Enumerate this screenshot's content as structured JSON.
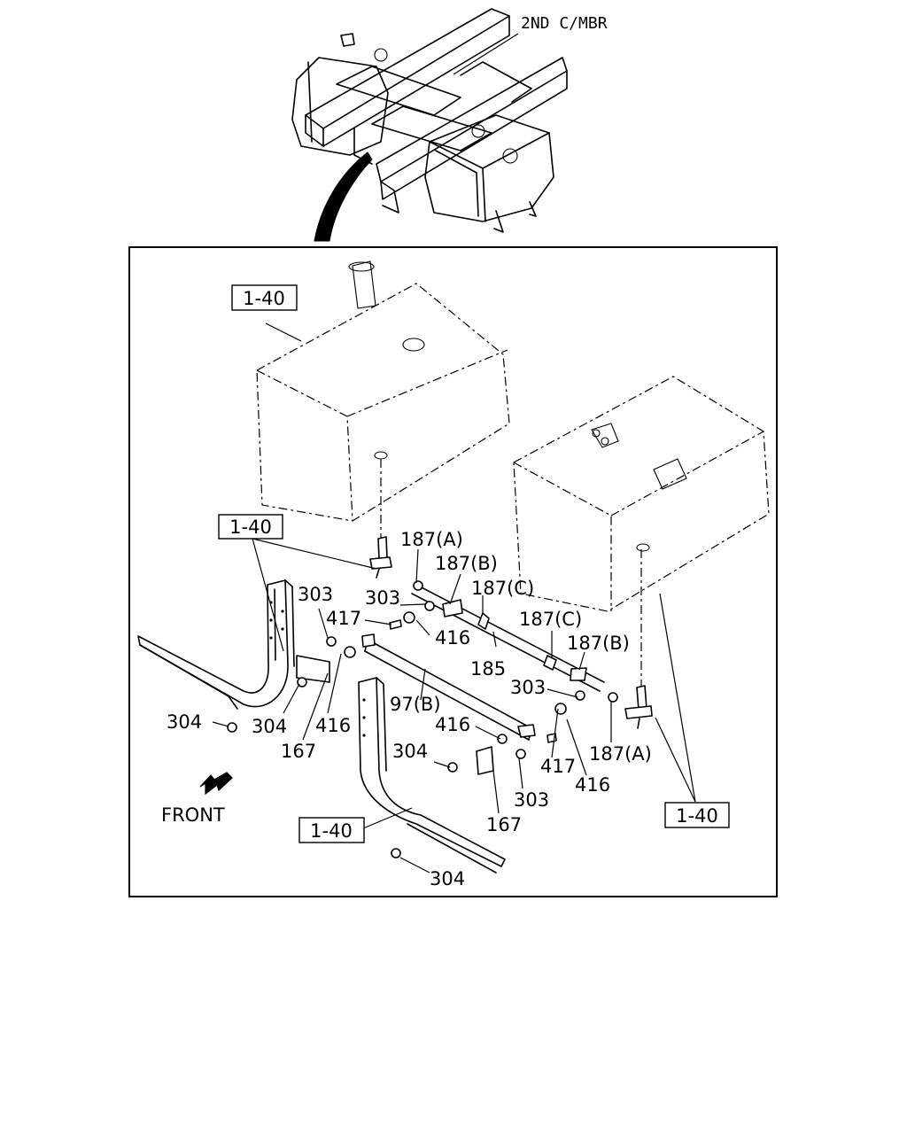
{
  "inset_caption": "2ND C/MBR",
  "front_label": "FRONT",
  "refs": {
    "tank_left": "1-40",
    "bracket_left": "1-40",
    "bracket_bottom": "1-40",
    "tank_right": "1-40"
  },
  "parts": {
    "p187a_top": "187(A)",
    "p187b_top": "187(B)",
    "p187c_top": "187(C)",
    "p187c_mid": "187(C)",
    "p187b_mid": "187(B)",
    "p187a_bottom": "187(A)",
    "p185": "185",
    "p97b": "97(B)",
    "p303_left": "303",
    "p303_top": "303",
    "p303_mid": "303",
    "p303_bottom": "303",
    "p417_left": "417",
    "p417_right": "417",
    "p416_top": "416",
    "p416_left": "416",
    "p416_center": "416",
    "p416_right": "416",
    "p304_left": "304",
    "p304_inner": "304",
    "p304_center": "304",
    "p304_bottom": "304",
    "p167_left": "167",
    "p167_right": "167"
  }
}
